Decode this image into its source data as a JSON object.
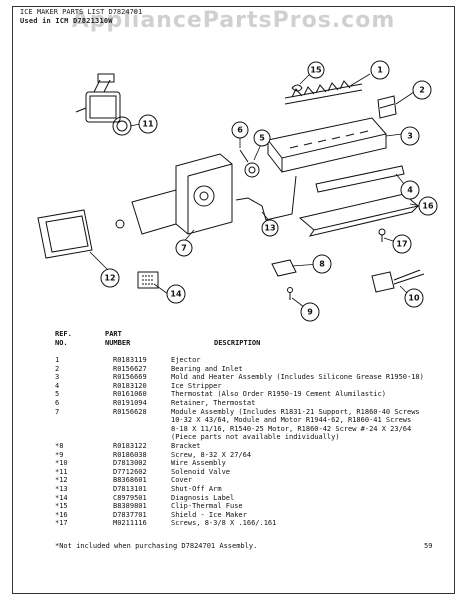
{
  "watermark": "AppliancePartsPros.com",
  "header": {
    "line1": "ICE MAKER PARTS LIST  D7824701",
    "line2": "Used in ICM  D7821310W"
  },
  "callouts": [
    "1",
    "2",
    "3",
    "4",
    "5",
    "6",
    "7",
    "8",
    "9",
    "10",
    "11",
    "12",
    "13",
    "14",
    "15",
    "16",
    "17"
  ],
  "table": {
    "col_ref": "REF.\nNO.",
    "col_part": "PART\nNUMBER",
    "col_desc": "DESCRIPTION",
    "rows": [
      {
        "ref": "1",
        "part": "R0183119",
        "desc": "Ejector"
      },
      {
        "ref": "2",
        "part": "R0156627",
        "desc": "Bearing and Inlet"
      },
      {
        "ref": "3",
        "part": "R0156669",
        "desc": "Mold and Heater Assembly (Includes Silicone Grease R1950-18)"
      },
      {
        "ref": "4",
        "part": "R0183120",
        "desc": "Ice Stripper"
      },
      {
        "ref": "5",
        "part": "R0161060",
        "desc": "Thermostat (Also Order R1950-19 Cement Alumilastic)"
      },
      {
        "ref": "6",
        "part": "R0191094",
        "desc": "Retainer, Thermostat"
      },
      {
        "ref": "7",
        "part": "R0156628",
        "desc": "Module Assembly (Includes R1831-21 Support, R1860-40 Screws\n10-32 X 43/64, Module and Motor R1944-62, R1860-41 Screws\n8-18 X 11/16, R1540-25 Motor, R1860-42 Screw #-24 X 23/64\n(Piece parts not available individually)"
      },
      {
        "ref": "*8",
        "part": "R0183122",
        "desc": "Bracket"
      },
      {
        "ref": "*9",
        "part": "R0186038",
        "desc": "Screw, 8-32 X 27/64"
      },
      {
        "ref": "*10",
        "part": "D7813002",
        "desc": "Wire Assembly"
      },
      {
        "ref": "*11",
        "part": "D7712602",
        "desc": "Solenoid Valve"
      },
      {
        "ref": "*12",
        "part": "B8368601",
        "desc": "Cover"
      },
      {
        "ref": "*13",
        "part": "D7813101",
        "desc": "Shut-Off Arm"
      },
      {
        "ref": "*14",
        "part": "C8979501",
        "desc": "Diagnosis Label"
      },
      {
        "ref": "*15",
        "part": "B8389801",
        "desc": "Clip-Thermal Fuse"
      },
      {
        "ref": "*16",
        "part": "D7837701",
        "desc": "Shield - Ice Maker"
      },
      {
        "ref": "*17",
        "part": "M0211116",
        "desc": "Screws, 8-3/8 X .166/.161"
      }
    ]
  },
  "footnote": "*Not included when purchasing D7824701 Assembly.",
  "page_number": "59"
}
